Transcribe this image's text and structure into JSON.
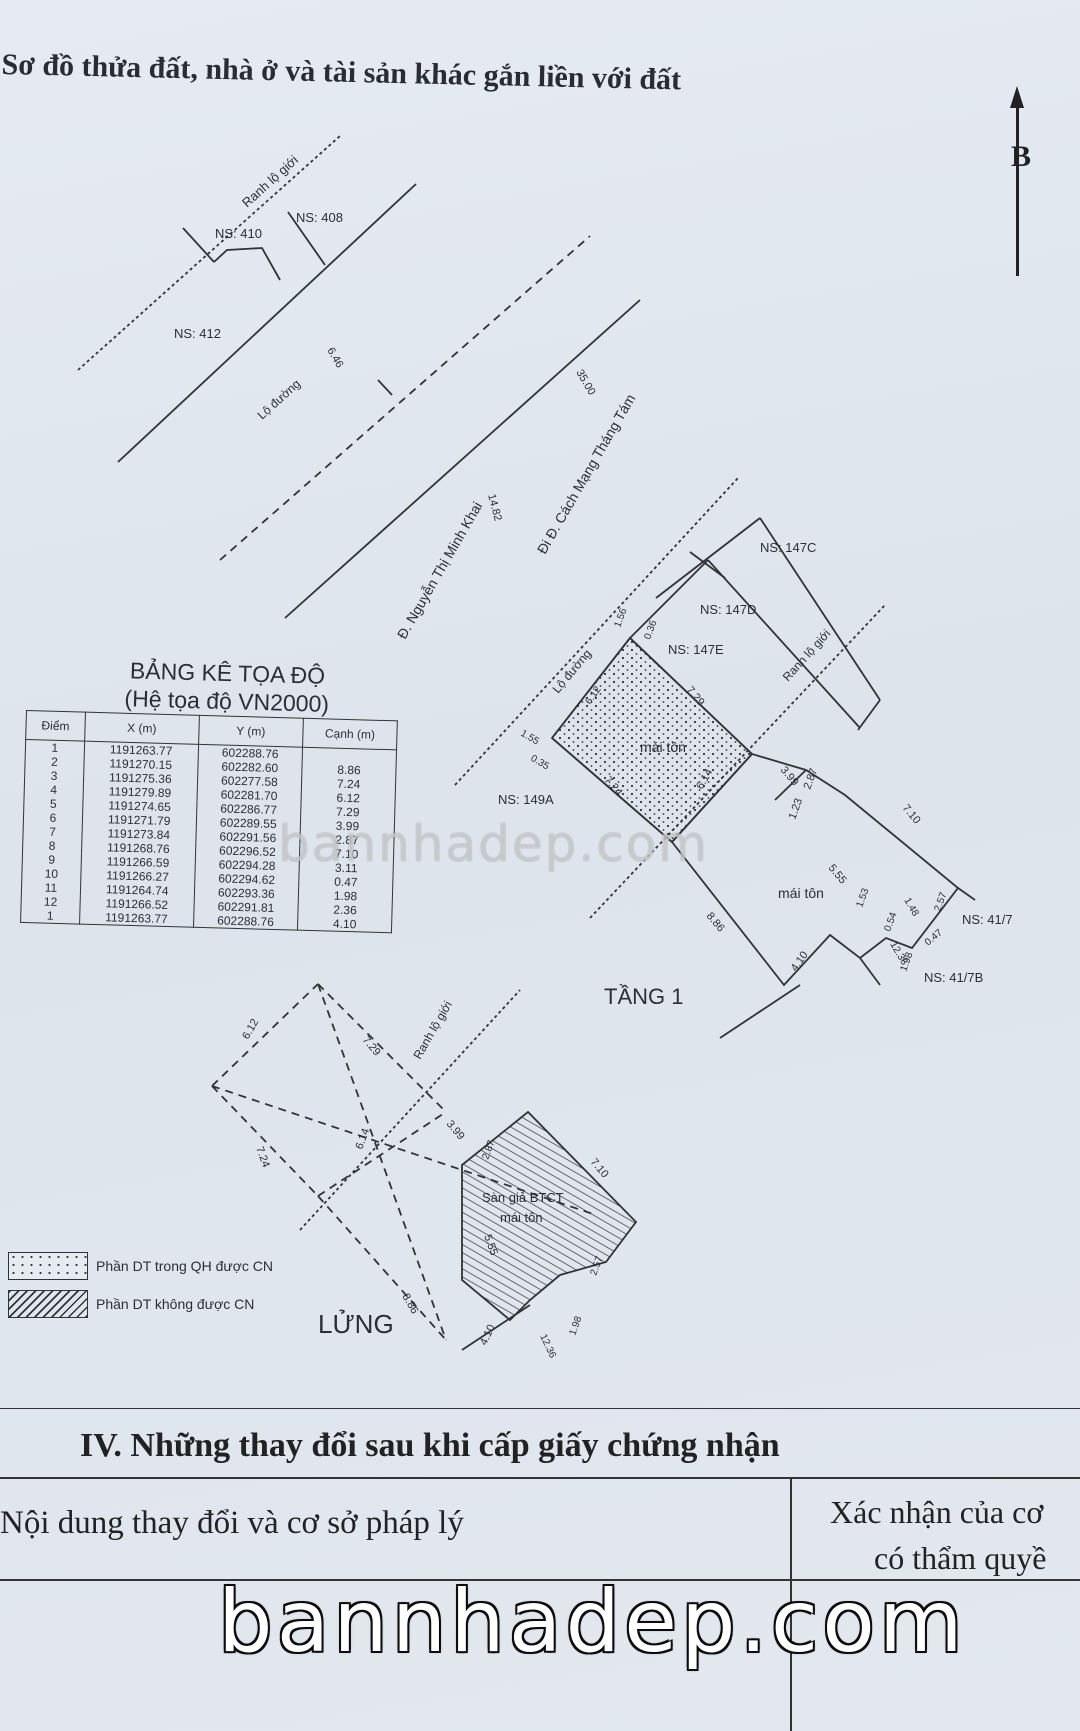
{
  "header": {
    "title": "Sơ đồ thửa đất, nhà ở và tài sản khác gắn liền với đất",
    "north_label": "B"
  },
  "streets": {
    "street1": "Đ. Nguyễn Thị Minh Khai",
    "street2": "Đi Đ. Cách Mạng Tháng Tám",
    "road_setback": "Lộ đường",
    "boundary": "Ranh lộ giới",
    "w_646": "6.46",
    "w_3500": "35.00",
    "w_1482": "14.82"
  },
  "neighbors": {
    "ns410": "NS: 410",
    "ns408": "NS: 408",
    "ns412": "NS: 412",
    "ns147c": "NS: 147C",
    "ns147d": "NS: 147D",
    "ns147e": "NS: 147E",
    "ns149a": "NS: 149A",
    "ns417": "NS: 41/7",
    "ns417b": "NS: 41/7B"
  },
  "plan": {
    "roof1": "mái tôn",
    "roof2": "mái tôn",
    "floor1": "TẦNG 1",
    "mezz": "LỬNG",
    "mezz_slab": "Sàn giả BTCT",
    "mezz_roof": "mái tôn",
    "d_156": "1.56",
    "d_036": "0.36",
    "d_155": "1.55",
    "d_035": "0.35",
    "d_612": "6.12",
    "d_729": "7.29",
    "d_724": "7.24",
    "d_614": "6.14",
    "d_399": "3.99",
    "d_123": "1.23",
    "d_287": "2.87",
    "d_710": "7.10",
    "d_555": "5.55",
    "d_153": "1.53",
    "d_148": "1.48",
    "d_257": "2.57",
    "d_054": "0.54",
    "d_047": "0.47",
    "d_198": "1.98",
    "d_1236": "12.36",
    "d_410": "4.10",
    "d_886": "8.86"
  },
  "coord_table": {
    "title": "BẢNG KÊ TỌA ĐỘ",
    "subtitle": "(Hệ tọa độ VN2000)",
    "headers": [
      "Điểm",
      "X (m)",
      "Y (m)",
      "Cạnh (m)"
    ],
    "rows": [
      [
        "1",
        "1191263.77",
        "602288.76",
        ""
      ],
      [
        "2",
        "1191270.15",
        "602282.60",
        "8.86"
      ],
      [
        "3",
        "1191275.36",
        "602277.58",
        "7.24"
      ],
      [
        "4",
        "1191279.89",
        "602281.70",
        "6.12"
      ],
      [
        "5",
        "1191274.65",
        "602286.77",
        "7.29"
      ],
      [
        "6",
        "1191271.79",
        "602289.55",
        "3.99"
      ],
      [
        "7",
        "1191273.84",
        "602291.56",
        "2.87"
      ],
      [
        "8",
        "1191268.76",
        "602296.52",
        "7.10"
      ],
      [
        "9",
        "1191266.59",
        "602294.28",
        "3.11"
      ],
      [
        "10",
        "1191266.27",
        "602294.62",
        "0.47"
      ],
      [
        "11",
        "1191264.74",
        "602293.36",
        "1.98"
      ],
      [
        "12",
        "1191266.52",
        "602291.81",
        "2.36"
      ],
      [
        "1",
        "1191263.77",
        "602288.76",
        "4.10"
      ]
    ]
  },
  "legend": {
    "item1": "Phần DT trong QH được CN",
    "item2": "Phần DT không được CN"
  },
  "section_iv": {
    "title": "IV. Những thay đổi sau khi cấp giấy chứng nhận",
    "col1": "Nội dung thay đổi và cơ sở pháp lý",
    "col2_line1": "Xác nhận của cơ",
    "col2_line2": "có thẩm quyề"
  },
  "watermark": {
    "big": "bannhadep.com",
    "mid": "bannhadep.com"
  }
}
